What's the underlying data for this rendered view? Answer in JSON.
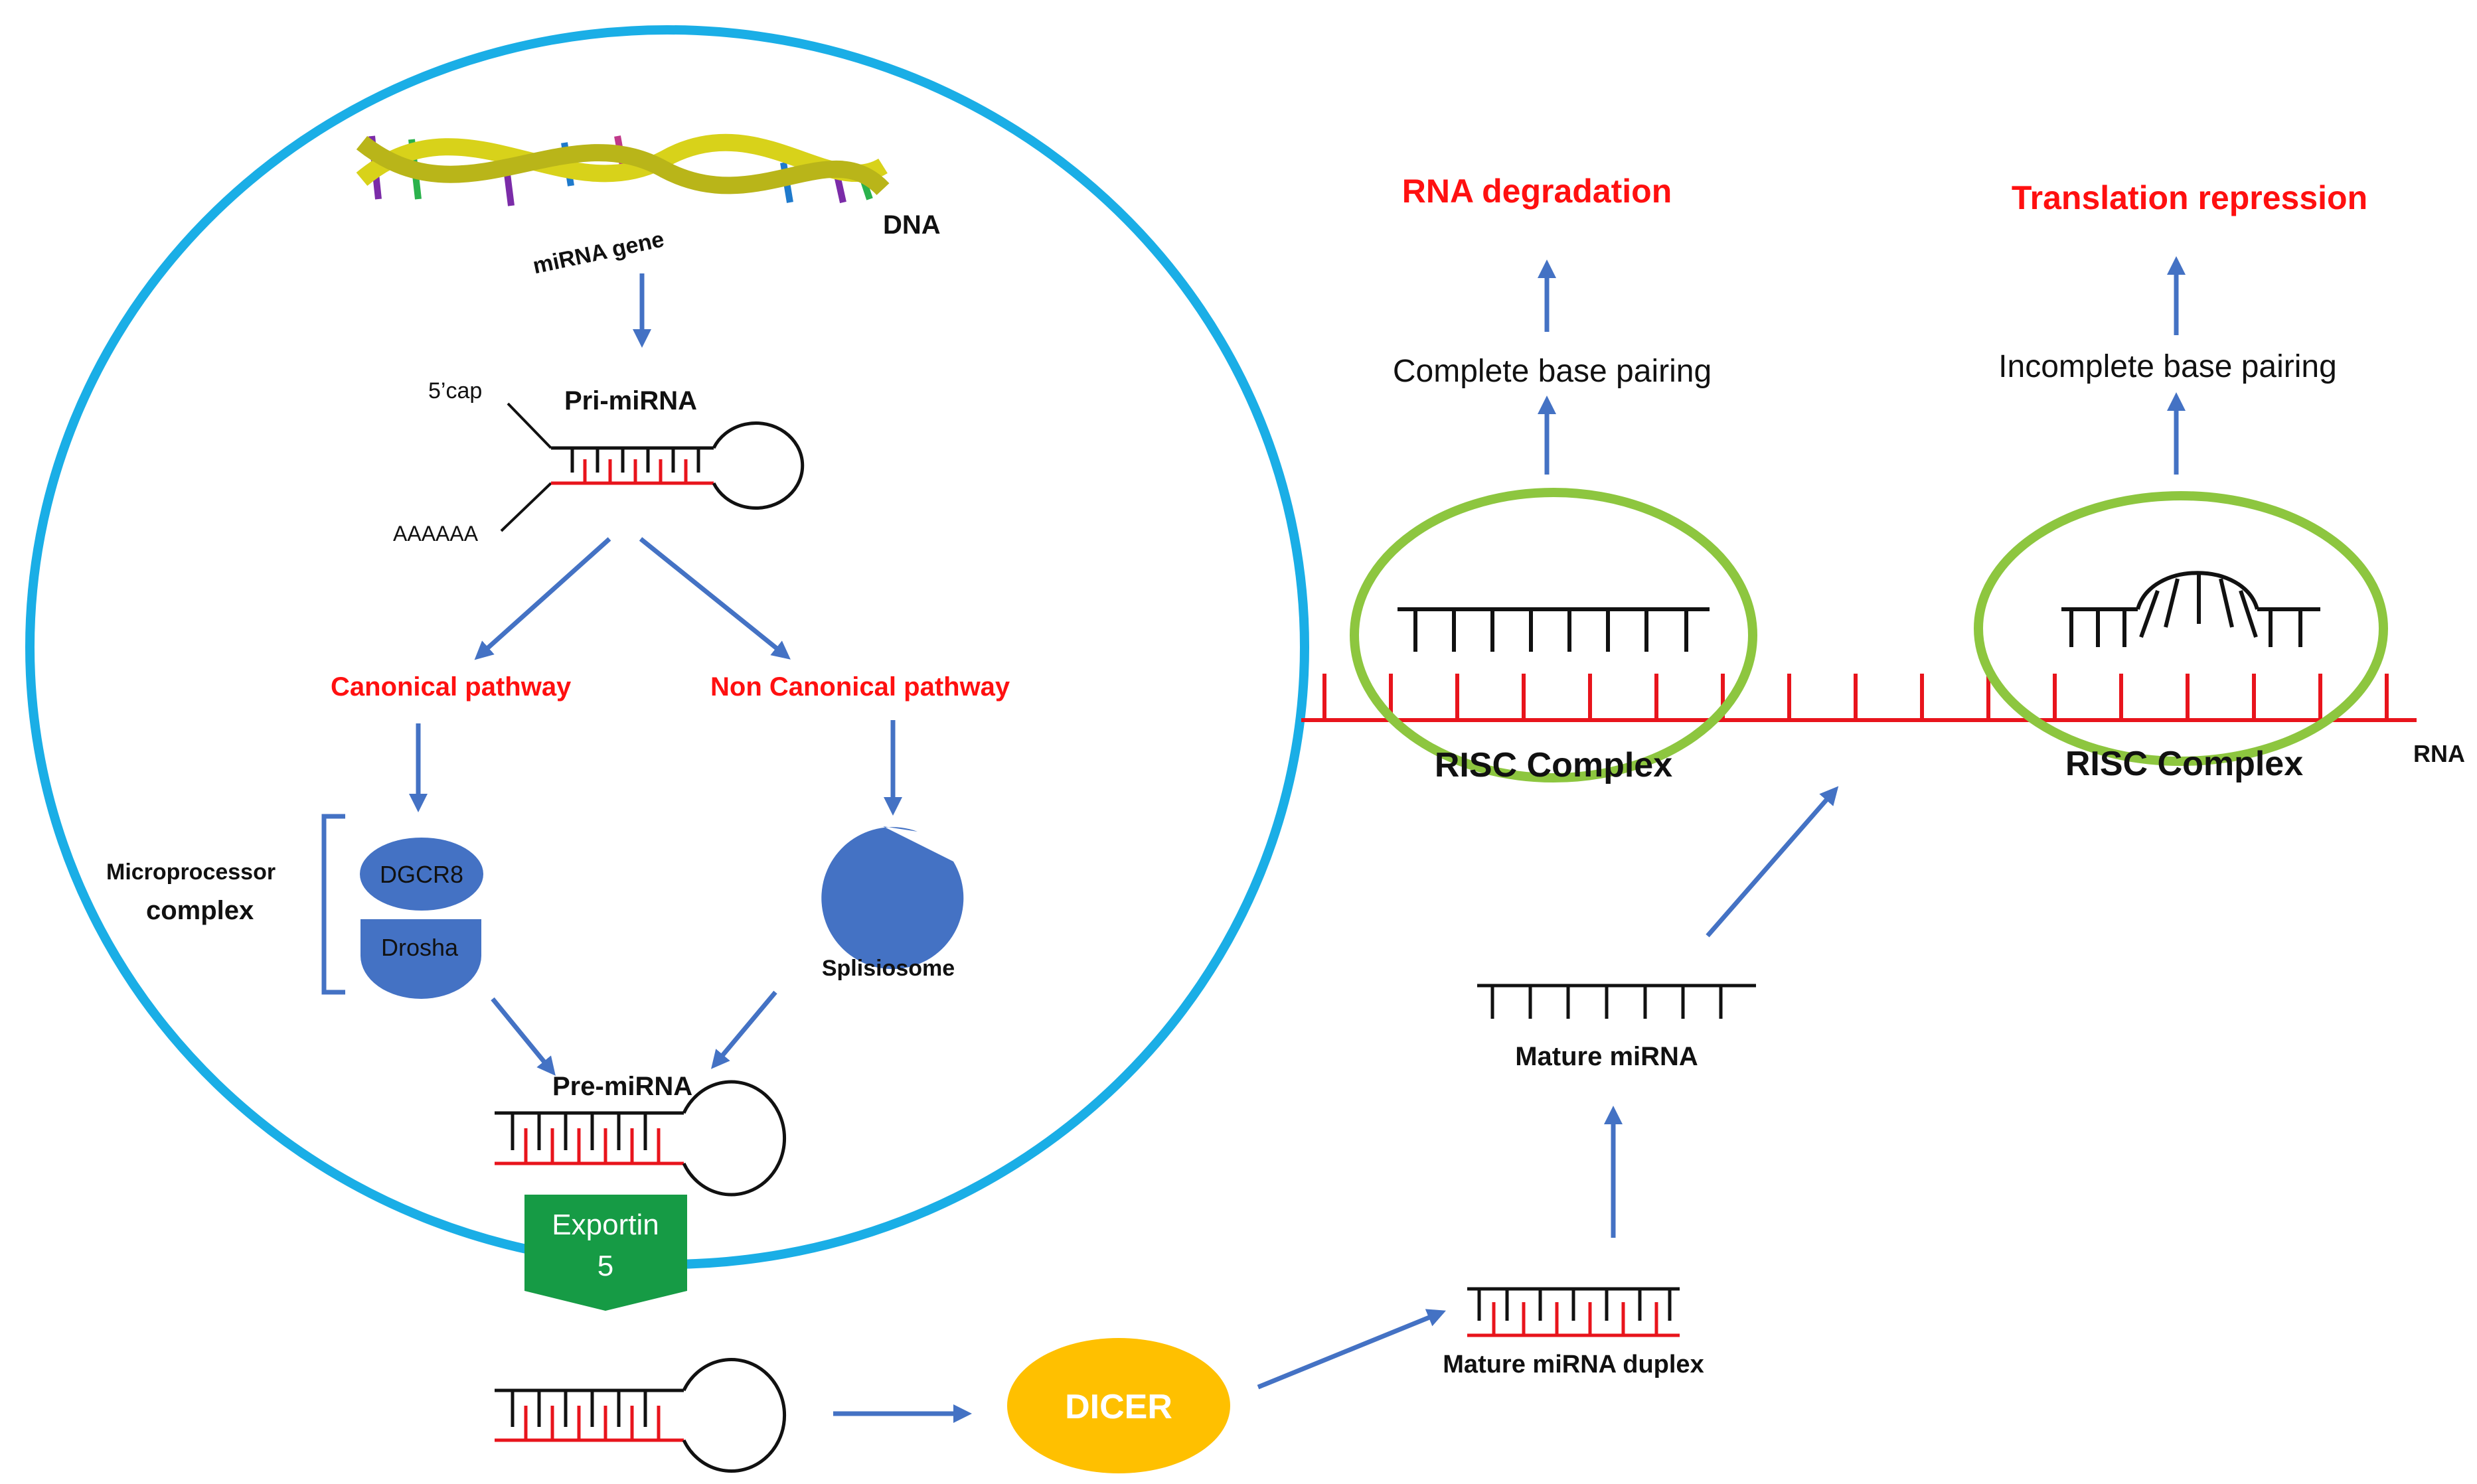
{
  "nucleus": {
    "dna_label": "DNA",
    "gene_label": "miRNA gene",
    "pri_mirna": "Pri-miRNA",
    "cap_label": "5’cap",
    "polya_label": "AAAAAA",
    "canonical": "Canonical  pathway",
    "noncanonical": "Non Canonical  pathway",
    "microprocessor_line1": "Microprocessor",
    "microprocessor_line2": "complex",
    "dgcr8": "DGCR8",
    "drosha": "Drosha",
    "spliceosome": "Splisiosome",
    "pre_mirna": "Pre-miRNA",
    "exportin_line1": "Exportin",
    "exportin_line2": "5"
  },
  "cytoplasm": {
    "dicer": "DICER",
    "duplex": "Mature miRNA duplex",
    "mature": "Mature miRNA",
    "rna_label": "RNA",
    "risc_left": "RISC Complex",
    "risc_right": "RISC Complex",
    "complete_pairing": "Complete base pairing",
    "incomplete_pairing": "Incomplete base pairing",
    "degradation": "RNA degradation",
    "repression": "Translation repression"
  },
  "colors": {
    "nucleus_border": "#1aaee6",
    "arrow": "#4472c4",
    "red_text": "#ff1010",
    "risc_ring": "#8dc63f",
    "exportin": "#169b45",
    "dicer": "#ffc000",
    "protein": "#4472c4",
    "rna_strand": "#e8141c"
  }
}
